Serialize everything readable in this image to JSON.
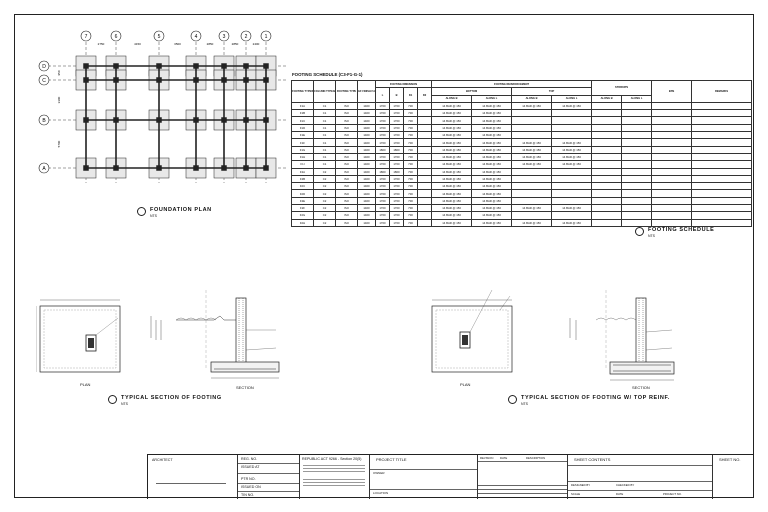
{
  "plan": {
    "grid_top": [
      "7",
      "6",
      "5",
      "4",
      "3",
      "2",
      "1"
    ],
    "grid_left": [
      "D",
      "C",
      "B",
      "A"
    ],
    "dims_top": [
      "2750",
      "4150",
      "3500",
      "2850",
      "2850",
      "2400"
    ],
    "dims_left": [
      "950",
      "3300",
      "5700"
    ]
  },
  "titles": {
    "foundation_plan": "FOUNDATION PLAN",
    "footing_schedule": "FOOTING SCHEDULE",
    "typical_section": "TYPICAL SECTION OF FOOTING",
    "typical_section_top": "TYPICAL SECTION OF FOOTING W/ TOP REINF.",
    "scale": "NTS",
    "plan_label": "PLAN",
    "section_label": "SECTION",
    "schedule_caption": "FOOTING SCHEDULE (C3-F1-G-1)"
  },
  "schedule": {
    "header_main": [
      "FOOTING TYPE/MARK",
      "COLUMN TYPE/MARK",
      "FOOTING TYPE",
      "GF FINISH F.G.L",
      "FOOTING DIMENSION",
      "FOOTING REINFORCEMENT",
      "STIRRUPS",
      "EPB",
      "REMARKS"
    ],
    "header_dims": [
      "L",
      "B",
      "D1",
      "D2"
    ],
    "header_reinf": [
      "BOTTOM",
      "TOP"
    ],
    "header_reinf_sub": [
      "ALONG B",
      "ALONG L",
      "ALONG B",
      "ALONG L"
    ],
    "header_stirrup_sub": [
      "ALONG B",
      "ALONG L"
    ],
    "rows": [
      [
        "F1A",
        "C1",
        "ISO",
        "1400",
        "1700",
        "1700",
        "700",
        "",
        "14 BAR @ 150",
        "14 BAR @ 150",
        "14 BAR @ 150",
        "14 BAR @ 150"
      ],
      [
        "F1B",
        "C1",
        "ISO",
        "1400",
        "1700",
        "1700",
        "700",
        "",
        "14 BAR @ 150",
        "14 BAR @ 150",
        "",
        ""
      ],
      [
        "F1C",
        "C1",
        "ISO",
        "1400",
        "1700",
        "1700",
        "700",
        "",
        "14 BAR @ 150",
        "14 BAR @ 150",
        "",
        ""
      ],
      [
        "F1D",
        "C1",
        "ISO",
        "1400",
        "1700",
        "1700",
        "700",
        "",
        "14 BAR @ 150",
        "14 BAR @ 150",
        "",
        ""
      ],
      [
        "F1E",
        "C1",
        "ISO",
        "1400",
        "1700",
        "1700",
        "700",
        "",
        "14 BAR @ 150",
        "14 BAR @ 150",
        "",
        ""
      ],
      [
        "F1F",
        "C1",
        "ISO",
        "1400",
        "1700",
        "1700",
        "700",
        "",
        "14 BAR @ 150",
        "14 BAR @ 150",
        "14 BAR @ 150",
        "14 BAR @ 150"
      ],
      [
        "F1G",
        "C1",
        "ISO",
        "1400",
        "1800",
        "1800",
        "700",
        "",
        "14 BAR @ 150",
        "14 BAR @ 150",
        "14 BAR @ 150",
        "14 BAR @ 150"
      ],
      [
        "F1H",
        "C1",
        "ISO",
        "1400",
        "1700",
        "1700",
        "700",
        "",
        "14 BAR @ 150",
        "14 BAR @ 150",
        "14 BAR @ 150",
        "14 BAR @ 150"
      ],
      [
        "F1I",
        "C1",
        "ISO",
        "1400",
        "1700",
        "1700",
        "700",
        "",
        "14 BAR @ 150",
        "14 BAR @ 150",
        "14 BAR @ 150",
        "14 BAR @ 150"
      ],
      [
        "F2A",
        "C2",
        "ISO",
        "1400",
        "1800",
        "1800",
        "700",
        "",
        "14 BAR @ 150",
        "14 BAR @ 150",
        "",
        ""
      ],
      [
        "F2B",
        "C2",
        "ISO",
        "1400",
        "1700",
        "1700",
        "700",
        "",
        "14 BAR @ 150",
        "14 BAR @ 150",
        "",
        ""
      ],
      [
        "F2C",
        "C2",
        "ISO",
        "1400",
        "1700",
        "1700",
        "700",
        "",
        "14 BAR @ 150",
        "14 BAR @ 150",
        "",
        ""
      ],
      [
        "F2D",
        "C2",
        "ISO",
        "1400",
        "1700",
        "1700",
        "700",
        "",
        "14 BAR @ 150",
        "14 BAR @ 150",
        "",
        ""
      ],
      [
        "F2E",
        "C2",
        "ISO",
        "1400",
        "1700",
        "1700",
        "700",
        "",
        "14 BAR @ 150",
        "14 BAR @ 150",
        "",
        ""
      ],
      [
        "F2F",
        "C2",
        "ISO",
        "1400",
        "1700",
        "1700",
        "700",
        "",
        "14 BAR @ 150",
        "14 BAR @ 150",
        "14 BAR @ 150",
        "14 BAR @ 150"
      ],
      [
        "F2G",
        "C2",
        "ISO",
        "1400",
        "1700",
        "1700",
        "700",
        "",
        "14 BAR @ 150",
        "14 BAR @ 150",
        "",
        ""
      ],
      [
        "F2H",
        "C2",
        "ISO",
        "1400",
        "1700",
        "1700",
        "700",
        "",
        "14 BAR @ 150",
        "14 BAR @ 150",
        "14 BAR @ 150",
        "14 BAR @ 150"
      ]
    ]
  },
  "titleblock": {
    "architect": "ARCHITECT",
    "republic_act": "REPUBLIC ACT 9266 - Section 20(5)",
    "project_title": "PROJECT TITLE",
    "sheet_contents": "SHEET CONTENTS",
    "sheet_no": "SHEET NO.",
    "revision": "REVISION",
    "date": "DATE",
    "description": "DESCRIPTION",
    "fields_left": [
      "REG. NO.",
      "ISSUED AT",
      "PTR NO.",
      "ISSUED ON",
      "TIN NO."
    ],
    "owner": "OWNER",
    "location": "LOCATION",
    "designed_by": "DESIGNED BY",
    "checked_by": "CHECKED BY",
    "scale": "SCALE",
    "date_field": "DATE",
    "project_no": "PROJECT NO."
  }
}
